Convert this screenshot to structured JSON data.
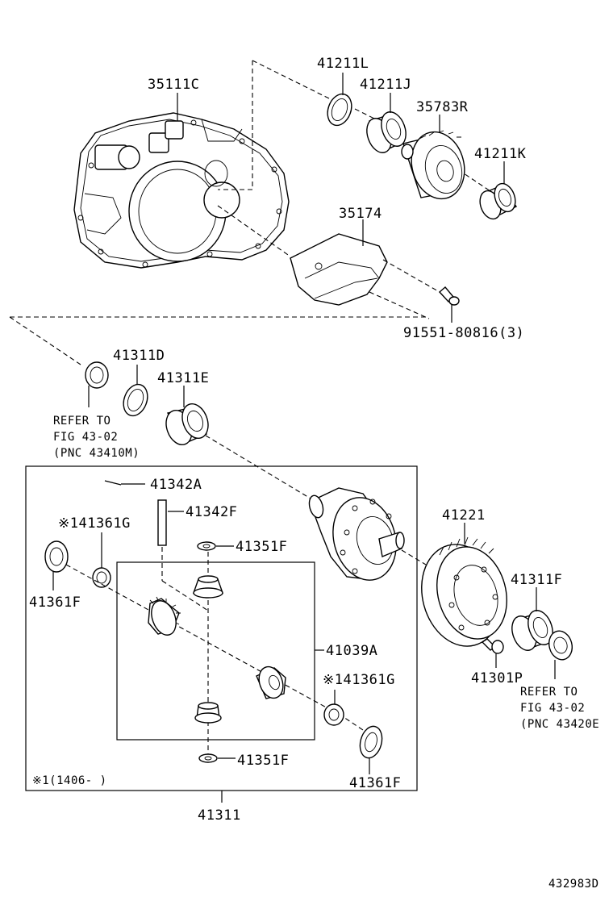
{
  "labels": {
    "p35111C": "35111C",
    "p41211L": "41211L",
    "p41211J": "41211J",
    "p35783R": "35783R",
    "p41211K": "41211K",
    "p35174": "35174",
    "p91551": "91551-80816(3)",
    "p41311D": "41311D",
    "p41311E": "41311E",
    "refer1_l1": "REFER TO",
    "refer1_l2": "FIG 43-02",
    "refer1_l3": "(PNC 43410M)",
    "p41342A": "41342A",
    "p41342F": "41342F",
    "p41361G_top": "※141361G",
    "p41351F_top": "41351F",
    "p41361F_left": "41361F",
    "p41221": "41221",
    "p41311F": "41311F",
    "p41039A": "41039A",
    "p41301P": "41301P",
    "p41361G_bot": "※141361G",
    "refer2_l1": "REFER TO",
    "refer2_l2": "FIG 43-02",
    "refer2_l3": "(PNC 43420E",
    "p41351F_bot": "41351F",
    "p41361F_bot": "41361F",
    "note": "※1(1406-    )",
    "p41311": "41311",
    "diagram_id": "432983D"
  }
}
